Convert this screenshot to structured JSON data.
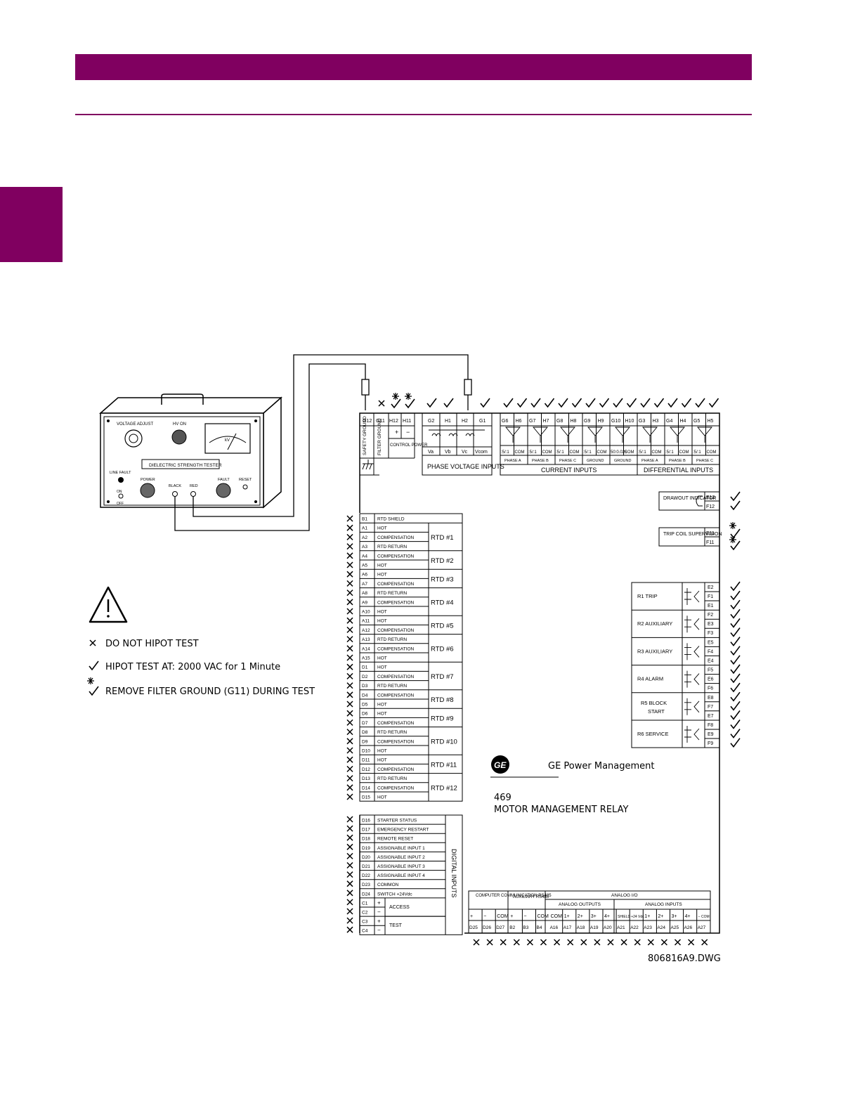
{
  "colors": {
    "accent": "#800060",
    "ink": "#000000"
  },
  "tester": {
    "voltage_adjust": "VOLTAGE ADJUST",
    "hv_on": "HV ON",
    "meter_unit": "kV",
    "title": "DIELECTRIC STRENGTH TESTER",
    "line_fault": "LINE FAULT",
    "power": "POWER",
    "black": "BLACK",
    "red": "RED",
    "fault": "FAULT",
    "reset": "RESET",
    "on": "ON",
    "off": "OFF"
  },
  "legend": {
    "no_test": "DO NOT HIPOT TEST",
    "test": "HIPOT TEST AT: 2000 VAC for 1 Minute",
    "remove_filter": "REMOVE FILTER GROUND (G11) DURING TEST"
  },
  "top_terminals": {
    "ground_labels": [
      "G12",
      "G11",
      "H12",
      "H11"
    ],
    "safety_ground": "SAFETY GROUND",
    "filter_ground": "FILTER GROUND",
    "control_power": "CONTROL POWER",
    "plus": "+",
    "minus": "−",
    "phase_voltage_terms": [
      "G2",
      "H1",
      "H2",
      "G1"
    ],
    "phase_voltage_names": [
      "Va",
      "Vb",
      "Vc",
      "Vcom"
    ],
    "phase_voltage_inputs": "PHASE VOLTAGE INPUTS",
    "current_terms": [
      "G6",
      "H6",
      "G7",
      "H7",
      "G8",
      "H8",
      "G9",
      "H9",
      "G10",
      "H10",
      "G3",
      "H3",
      "G4",
      "H4",
      "G5",
      "H5"
    ],
    "current_sub": [
      ":5/:1",
      "COM",
      ":5/:1",
      "COM",
      ":5/:1",
      "COM",
      ":5/:1",
      "COM",
      "50:0.025",
      "COM",
      ":5/:1",
      "COM",
      ":5/:1",
      "COM",
      ":5/:1",
      "COM"
    ],
    "current_groups": [
      "PHASE A",
      "PHASE B",
      "PHASE C",
      "GROUND",
      "GROUND",
      "PHASE A",
      "PHASE B",
      "PHASE C"
    ],
    "current_inputs": "CURRENT INPUTS",
    "differential_inputs": "DIFFERENTIAL INPUTS"
  },
  "right_side": {
    "drawout_indicator": "DRAWOUT INDICATOR",
    "drawout_terms": [
      "E12",
      "F12"
    ],
    "trip_coil": "TRIP COIL SUPERVISION",
    "trip_terms": [
      "E11",
      "F11"
    ],
    "relays": [
      {
        "name": "R1 TRIP",
        "terms": [
          "E2",
          "F1",
          "E1"
        ]
      },
      {
        "name": "R2 AUXILIARY",
        "terms": [
          "F2",
          "E3",
          "F3"
        ]
      },
      {
        "name": "R3 AUXILIARY",
        "terms": [
          "E5",
          "F4",
          "E4"
        ]
      },
      {
        "name": "R4 ALARM",
        "terms": [
          "F5",
          "E6",
          "F6"
        ]
      },
      {
        "name": "R5 BLOCK START",
        "terms": [
          "E8",
          "F7",
          "E7"
        ]
      },
      {
        "name": "R6 SERVICE",
        "terms": [
          "F8",
          "E9",
          "F9"
        ]
      }
    ]
  },
  "rtd_rows": [
    {
      "term": "B1",
      "label": "RTD SHIELD"
    },
    {
      "term": "A1",
      "label": "HOT"
    },
    {
      "term": "A2",
      "label": "COMPENSATION"
    },
    {
      "term": "A3",
      "label": "RTD RETURN"
    },
    {
      "term": "A4",
      "label": "COMPENSATION"
    },
    {
      "term": "A5",
      "label": "HOT"
    },
    {
      "term": "A6",
      "label": "HOT"
    },
    {
      "term": "A7",
      "label": "COMPENSATION"
    },
    {
      "term": "A8",
      "label": "RTD RETURN"
    },
    {
      "term": "A9",
      "label": "COMPENSATION"
    },
    {
      "term": "A10",
      "label": "HOT"
    },
    {
      "term": "A11",
      "label": "HOT"
    },
    {
      "term": "A12",
      "label": "COMPENSATION"
    },
    {
      "term": "A13",
      "label": "RTD RETURN"
    },
    {
      "term": "A14",
      "label": "COMPENSATION"
    },
    {
      "term": "A15",
      "label": "HOT"
    },
    {
      "term": "D1",
      "label": "HOT"
    },
    {
      "term": "D2",
      "label": "COMPENSATION"
    },
    {
      "term": "D3",
      "label": "RTD RETURN"
    },
    {
      "term": "D4",
      "label": "COMPENSATION"
    },
    {
      "term": "D5",
      "label": "HOT"
    },
    {
      "term": "D6",
      "label": "HOT"
    },
    {
      "term": "D7",
      "label": "COMPENSATION"
    },
    {
      "term": "D8",
      "label": "RTD RETURN"
    },
    {
      "term": "D9",
      "label": "COMPENSATION"
    },
    {
      "term": "D10",
      "label": "HOT"
    },
    {
      "term": "D11",
      "label": "HOT"
    },
    {
      "term": "D12",
      "label": "COMPENSATION"
    },
    {
      "term": "D13",
      "label": "RTD RETURN"
    },
    {
      "term": "D14",
      "label": "COMPENSATION"
    },
    {
      "term": "D15",
      "label": "HOT"
    }
  ],
  "rtd_groups": [
    "RTD #1",
    "RTD #2",
    "RTD #3",
    "RTD #4",
    "RTD #5",
    "RTD #6",
    "RTD #7",
    "RTD #8",
    "RTD #9",
    "RTD #10",
    "RTD #11",
    "RTD #12"
  ],
  "digital_rows": [
    {
      "term": "D16",
      "label": "STARTER STATUS"
    },
    {
      "term": "D17",
      "label": "EMERGENCY RESTART"
    },
    {
      "term": "D18",
      "label": "REMOTE RESET"
    },
    {
      "term": "D19",
      "label": "ASSIGNABLE INPUT 1"
    },
    {
      "term": "D20",
      "label": "ASSIGNABLE INPUT 2"
    },
    {
      "term": "D21",
      "label": "ASSIGNABLE INPUT 3"
    },
    {
      "term": "D22",
      "label": "ASSIGNABLE INPUT 4"
    },
    {
      "term": "D23",
      "label": "COMMON"
    },
    {
      "term": "D24",
      "label": "SWITCH +24Vdc"
    },
    {
      "term": "C1",
      "label": "+"
    },
    {
      "term": "C2",
      "label": "−"
    },
    {
      "term": "C3",
      "label": "+"
    },
    {
      "term": "C4",
      "label": "−"
    }
  ],
  "access": "ACCESS",
  "test": "TEST",
  "digital_inputs": "DIGITAL INPUTS",
  "bottom": {
    "computer_comm": "COMPUTER COMMUNICATION RS485",
    "aux_rs485": "AUXILIARY RS485",
    "analog_io": "ANALOG I/O",
    "analog_outputs": "ANALOG OUTPUTS",
    "analog_inputs": "ANALOG INPUTS",
    "signs": [
      "+",
      "−",
      "COM",
      "+",
      "−",
      "COM",
      "COM",
      "1+",
      "2+",
      "3+",
      "4+",
      "SHIELD",
      "+24 Vdc",
      "1+",
      "2+",
      "3+",
      "4+",
      "− COM"
    ],
    "terms": [
      "D25",
      "D26",
      "D27",
      "B2",
      "B3",
      "B4",
      "A16",
      "A17",
      "A18",
      "A19",
      "A20",
      "A21",
      "A22",
      "A23",
      "A24",
      "A25",
      "A26",
      "A27"
    ]
  },
  "brand": "GE Power Management",
  "logo_text": "GE",
  "model": "469",
  "product": "MOTOR MANAGEMENT RELAY",
  "drawing_no": "806816A9.DWG"
}
